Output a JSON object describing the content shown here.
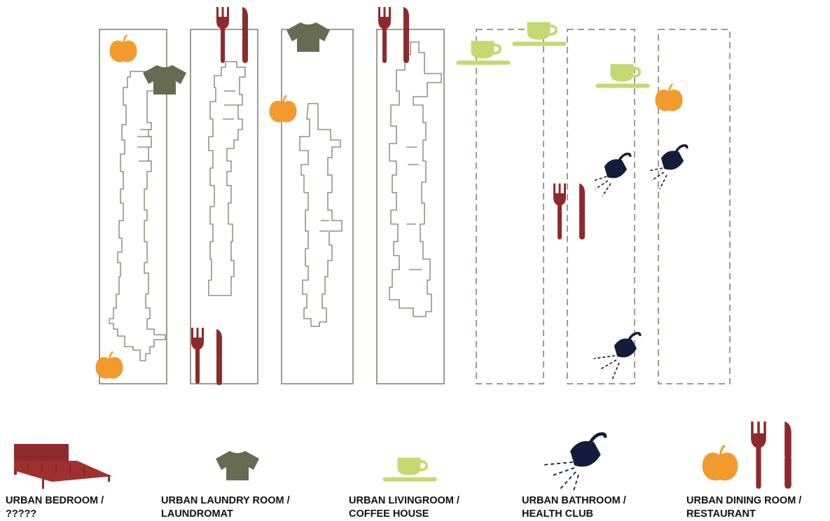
{
  "colors": {
    "wine": "#8e2a2c",
    "shirt": "#666b52",
    "cup": "#c6d872",
    "navy": "#131c3a",
    "apple": "#f39a2e",
    "outline": "#7d7b6d"
  },
  "legend": [
    {
      "line1": "URBAN BEDROOM /",
      "line2": "?????",
      "icon": "bed-icon"
    },
    {
      "line1": "URBAN LAUNDRY ROOM /",
      "line2": "LAUNDROMAT",
      "icon": "shirt-icon"
    },
    {
      "line1": "URBAN LIVINGROOM /",
      "line2": "COFFEE HOUSE",
      "icon": "coffee-cup-icon"
    },
    {
      "line1": "URBAN BATHROOM /",
      "line2": "HEALTH CLUB",
      "icon": "shower-head-icon"
    },
    {
      "line1": "URBAN DINING ROOM /",
      "line2": "RESTAURANT",
      "icon": "apple-and-cutlery-icon"
    }
  ],
  "columns": [
    {
      "name": "column-1",
      "border": "solid"
    },
    {
      "name": "column-2",
      "border": "solid"
    },
    {
      "name": "column-3",
      "border": "solid"
    },
    {
      "name": "column-4",
      "border": "solid"
    },
    {
      "name": "column-5",
      "border": "dashed"
    },
    {
      "name": "column-6",
      "border": "dashed"
    },
    {
      "name": "column-7",
      "border": "dashed"
    }
  ]
}
